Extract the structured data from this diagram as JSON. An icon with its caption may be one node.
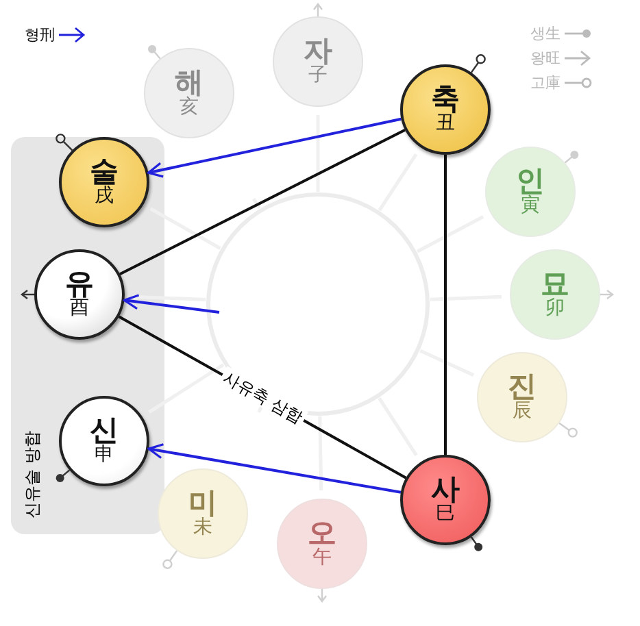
{
  "diagram": {
    "nodes": [
      {
        "text": [
          "신유술 방합"
        ]
      },
      {
        "text": [
          "술",
          "戌"
        ],
        "in": 0
      },
      {
        "text": [
          "유",
          "酉"
        ],
        "in": 0
      },
      {
        "text": [
          "신",
          "申"
        ],
        "in": 0
      },
      {
        "text": [
          "자",
          "子"
        ]
      },
      {
        "text": [
          "축",
          "丑"
        ]
      },
      {
        "text": [
          "인",
          "寅"
        ]
      },
      {
        "text": [
          "묘",
          "卯"
        ]
      },
      {
        "text": [
          "진",
          "辰"
        ]
      },
      {
        "text": [
          "사",
          "巳"
        ]
      },
      {
        "text": [
          "오",
          "午"
        ]
      },
      {
        "text": [
          "미",
          "未"
        ]
      },
      {
        "text": [
          "해",
          "亥"
        ]
      }
    ],
    "edges": [
      {
        "from": 5,
        "to": 9,
        "arrow": "none",
        "color": "#111111"
      },
      {
        "from": 5,
        "to": 2,
        "arrow": "none",
        "color": "#111111"
      },
      {
        "from": 2,
        "to": 9,
        "arrow": "none",
        "color": "#111111",
        "label": "사유축 삼합"
      },
      {
        "from": 5,
        "to": 1,
        "arrow": "to",
        "color": "#2222dd"
      },
      {
        "from": null,
        "to": 2,
        "arrow": "to",
        "color": "#2222dd"
      },
      {
        "from": 9,
        "to": 3,
        "arrow": "to",
        "color": "#2222dd"
      }
    ],
    "legend": [
      {
        "text": "형刑"
      },
      {
        "text": "생生"
      },
      {
        "text": "왕旺"
      },
      {
        "text": "고庫"
      }
    ]
  }
}
